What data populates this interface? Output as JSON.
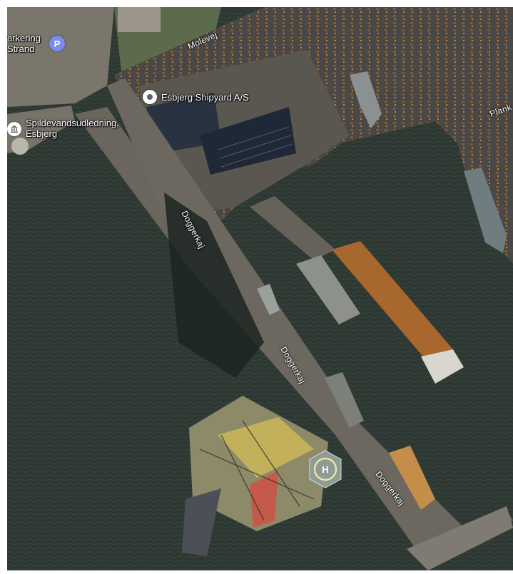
{
  "map": {
    "pois": {
      "shipyard": "Esbjerg Shipyard A/S",
      "wastewater_line1": "Spildevandsudledning,",
      "wastewater_line2": "Esbjerg",
      "parking_line1": "arkering",
      "parking_line2": "Strand",
      "parking_badge": "P"
    },
    "roads": {
      "molevej": "Molevej",
      "doggerkaj_1": "Doggerkaj",
      "doggerkaj_2": "Doggerkaj",
      "doggerkaj_3": "Doggerkaj",
      "plank": "Plank"
    },
    "helipad_mark": "H",
    "colors": {
      "water": "#2f3a34",
      "quay": "#6e6a62",
      "land": "#5b5750",
      "roof": "#2a3340",
      "rust": "#a8672c"
    }
  }
}
